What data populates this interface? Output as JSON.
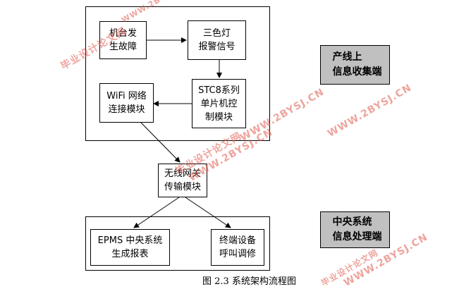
{
  "groups": {
    "production": "",
    "central": ""
  },
  "nodes": {
    "machine_fault": "机台发\n生故障",
    "three_color_alarm": "三色灯\n报警信号",
    "stc8_module": "STC8系列\n单片机控\n制模块",
    "wifi_module": "WiFi 网络\n连接模块",
    "wireless_gateway": "无线网关\n传输模块",
    "epms_report": "EPMS 中央系统\n生成报表",
    "terminal_repair": "终端设备\n呼叫调修"
  },
  "side_labels": {
    "production_line": "产线上\n信息收集端",
    "central_system": "中央系统\n信息处理端"
  },
  "caption": "图 2.3 系统架构流程图",
  "watermark": {
    "text_cn": "毕业设计论文网",
    "text_url": "WWW.2BYSJ.CN",
    "color": "#e05a4e"
  }
}
